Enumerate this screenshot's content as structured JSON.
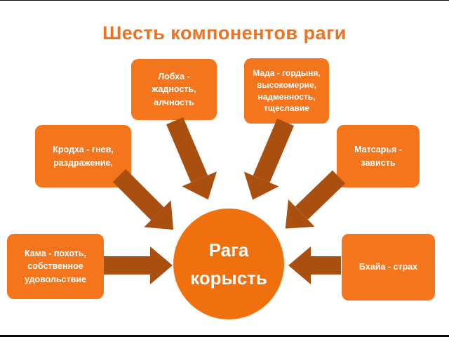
{
  "title": "Шесть компонентов раги",
  "center": {
    "label": "Рага корысть"
  },
  "components": [
    {
      "id": "kama",
      "label": "Кама - похоть, собственное удовольствие"
    },
    {
      "id": "krodha",
      "label": "Кродха - гнев, раздражение,"
    },
    {
      "id": "lobha",
      "label": "Лобха - жадность, алчность"
    },
    {
      "id": "mada",
      "label": "Мада - гордыня, высокомерие, надменность, тщеславие"
    },
    {
      "id": "matsarya",
      "label": "Матсарья - зависть"
    },
    {
      "id": "bhaya",
      "label": "Бхайа - страх"
    }
  ],
  "colors": {
    "box-orange": "#F5751D",
    "circle-orange": "#F1700E",
    "arrow-brown": "#A94F10",
    "title-orange": "#ED7223",
    "text-white": "#FFFFFF",
    "background": "#FFFFFF",
    "letterbox": "#0A0A0A"
  }
}
